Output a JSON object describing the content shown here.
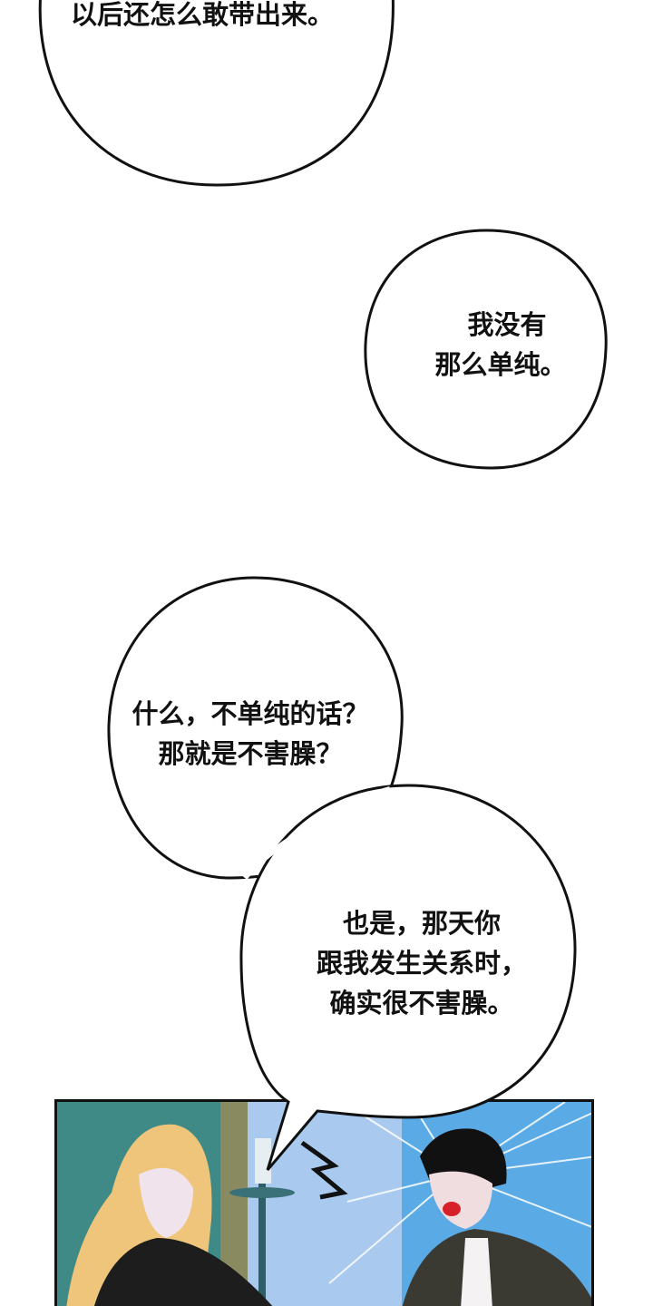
{
  "bubbles": [
    {
      "lines": [
        "以后还怎么敢带出来。"
      ]
    },
    {
      "lines": [
        "我没有",
        "那么单纯。"
      ]
    },
    {
      "lines": [
        "什么，不单纯的话？",
        "那就是不害臊？"
      ]
    },
    {
      "lines": [
        "也是，那天你",
        "跟我发生关系时，",
        "确实很不害臊。"
      ]
    }
  ],
  "colors": {
    "wall": "#3f8a86",
    "curtain": "#9fc4ec",
    "burst": "#4aa0e0",
    "outline": "#111111"
  }
}
